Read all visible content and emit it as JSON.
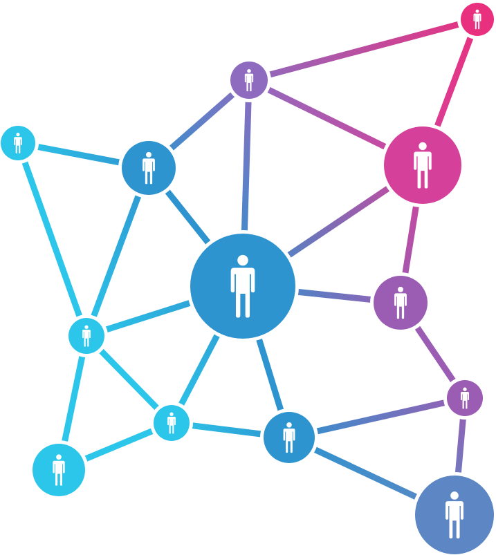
{
  "diagram": {
    "type": "social-network",
    "node_icon": "person-icon",
    "colors": {
      "cyan": "#2CC6EA",
      "blue": "#2E94CF",
      "steel": "#5C86C4",
      "violet": "#8E6BBF",
      "purple": "#9A5DB3",
      "magenta": "#D5419A",
      "pink": "#E9307F"
    },
    "nodes": [
      {
        "id": "n1",
        "color": "pink"
      },
      {
        "id": "n2",
        "color": "violet"
      },
      {
        "id": "n3",
        "color": "cyan"
      },
      {
        "id": "n4",
        "color": "blue"
      },
      {
        "id": "n5",
        "color": "magenta"
      },
      {
        "id": "n6",
        "color": "blue"
      },
      {
        "id": "n7",
        "color": "purple"
      },
      {
        "id": "n8",
        "color": "cyan"
      },
      {
        "id": "n9",
        "color": "purple"
      },
      {
        "id": "n10",
        "color": "cyan"
      },
      {
        "id": "n11",
        "color": "blue"
      },
      {
        "id": "n12",
        "color": "cyan"
      },
      {
        "id": "n13",
        "color": "steel"
      }
    ],
    "edges": [
      [
        "n1",
        "n2"
      ],
      [
        "n1",
        "n5"
      ],
      [
        "n2",
        "n4"
      ],
      [
        "n2",
        "n6"
      ],
      [
        "n2",
        "n5"
      ],
      [
        "n3",
        "n4"
      ],
      [
        "n3",
        "n8"
      ],
      [
        "n4",
        "n6"
      ],
      [
        "n4",
        "n8"
      ],
      [
        "n5",
        "n6"
      ],
      [
        "n5",
        "n7"
      ],
      [
        "n6",
        "n7"
      ],
      [
        "n6",
        "n8"
      ],
      [
        "n6",
        "n10"
      ],
      [
        "n6",
        "n11"
      ],
      [
        "n7",
        "n9"
      ],
      [
        "n8",
        "n10"
      ],
      [
        "n8",
        "n12"
      ],
      [
        "n10",
        "n12"
      ],
      [
        "n10",
        "n11"
      ],
      [
        "n11",
        "n9"
      ],
      [
        "n11",
        "n13"
      ],
      [
        "n9",
        "n13"
      ]
    ]
  }
}
